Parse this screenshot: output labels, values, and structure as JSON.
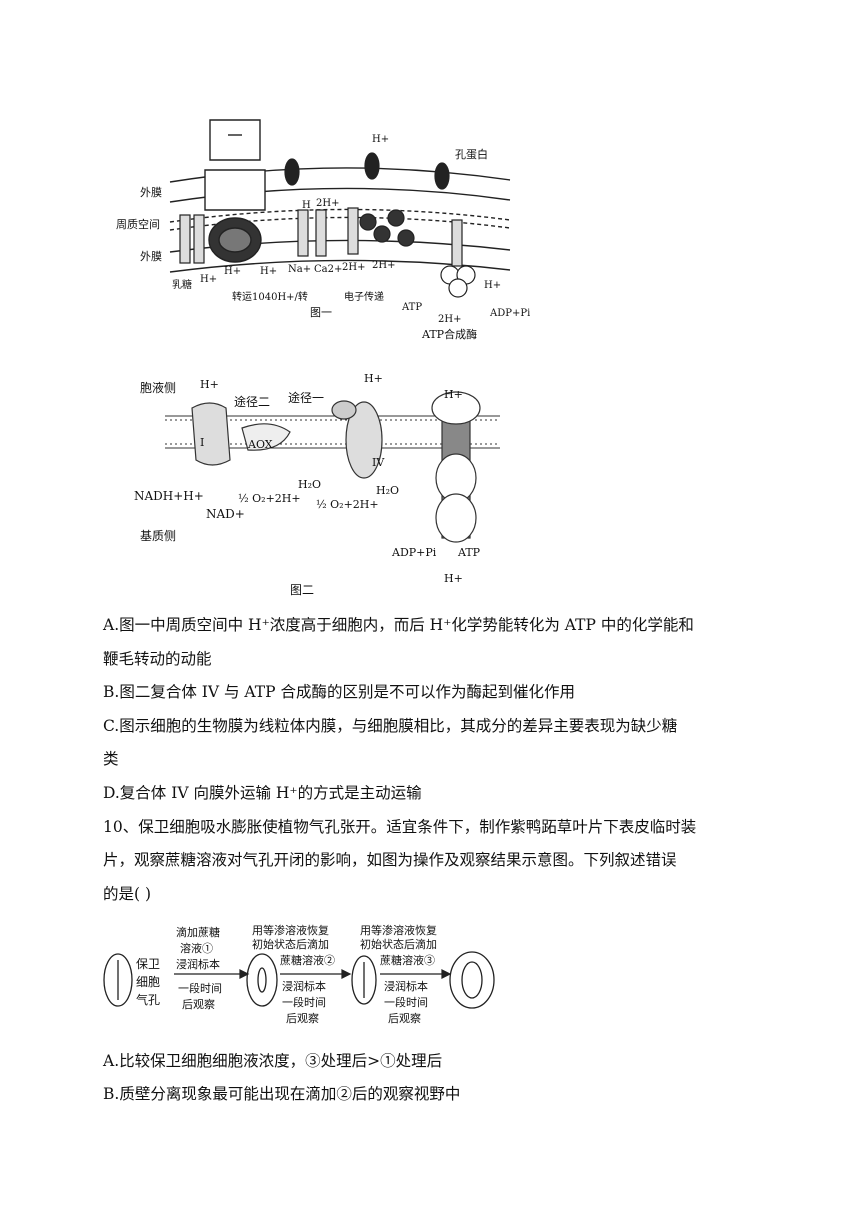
{
  "fig1": {
    "outer_membrane_label": "外膜",
    "periplasm_label": "周质空间",
    "inner_membrane_label": "外膜",
    "porin_label": "孔蛋白",
    "h_top": "H+",
    "h_mid": "H",
    "two_h_a": "2H+",
    "h_below_1": "H+",
    "h_below_2": "H+",
    "na_label": "Na+",
    "ca_label": "Ca2+",
    "two_h_b": "2H+",
    "two_h_c": "2H+",
    "h_right": "H+",
    "sugar_label": "乳糖",
    "h_sugar": "H+",
    "flagellum_label": "转运1040H+/转",
    "electron_label": "电子传递",
    "atp_label": "ATP",
    "adp_label": "ADP+Pi",
    "two_h_d": "2H+",
    "synthase_label": "ATP合成酶",
    "caption": "图一"
  },
  "fig2": {
    "cytosol_label": "胞液侧",
    "matrix_label": "基质侧",
    "h_left": "H+",
    "h_mid": "H+",
    "h_right_top": "H+",
    "h_right_bottom": "H+",
    "path2_label": "途径二",
    "path1_label": "途径一",
    "complex1_label": "I",
    "aox_label": "AOX",
    "complex4_label": "IV",
    "nadh_label": "NADH+H+",
    "nad_label": "NAD+",
    "o2_a": "½ O₂+2H+",
    "h2o_a": "H₂O",
    "o2_b": "½ O₂+2H+",
    "h2o_b": "H₂O",
    "adp_label": "ADP+Pi",
    "atp_label": "ATP",
    "caption": "图二"
  },
  "q9_options": {
    "a_line1": "A.图一中周质空间中 H⁺浓度高于细胞内，而后 H⁺化学势能转化为 ATP 中的化学能和",
    "a_line2": "鞭毛转动的动能",
    "b": "B.图二复合体 IV 与 ATP 合成酶的区别是不可以作为酶起到催化作用",
    "c_line1": "C.图示细胞的生物膜为线粒体内膜，与细胞膜相比，其成分的差异主要表现为缺少糖",
    "c_line2": "类",
    "d": "D.复合体 IV 向膜外运输 H⁺的方式是主动运输"
  },
  "q10": {
    "stem_line1": "10、保卫细胞吸水膨胀使植物气孔张开。适宜条件下，制作紫鸭跖草叶片下表皮临时装",
    "stem_line2": "片，观察蔗糖溶液对气孔开闭的影响，如图为操作及观察结果示意图。下列叙述错误",
    "stem_line3": "的是(   )",
    "fig3": {
      "guard_cell_label": [
        "保卫",
        "细胞",
        "气孔"
      ],
      "step1": [
        "滴加蔗糖",
        "溶液①",
        "浸润标本",
        "一段时间",
        "后观察"
      ],
      "step2": [
        "用等渗溶液恢复",
        "初始状态后滴加",
        "蔗糖溶液②",
        "浸润标本",
        "一段时间",
        "后观察"
      ],
      "step3": [
        "用等渗溶液恢复",
        "初始状态后滴加",
        "蔗糖溶液③",
        "浸润标本",
        "一段时间",
        "后观察"
      ]
    },
    "option_a": "A.比较保卫细胞细胞液浓度，③处理后>①处理后",
    "option_b": "B.质壁分离现象最可能出现在滴加②后的观察视野中"
  }
}
